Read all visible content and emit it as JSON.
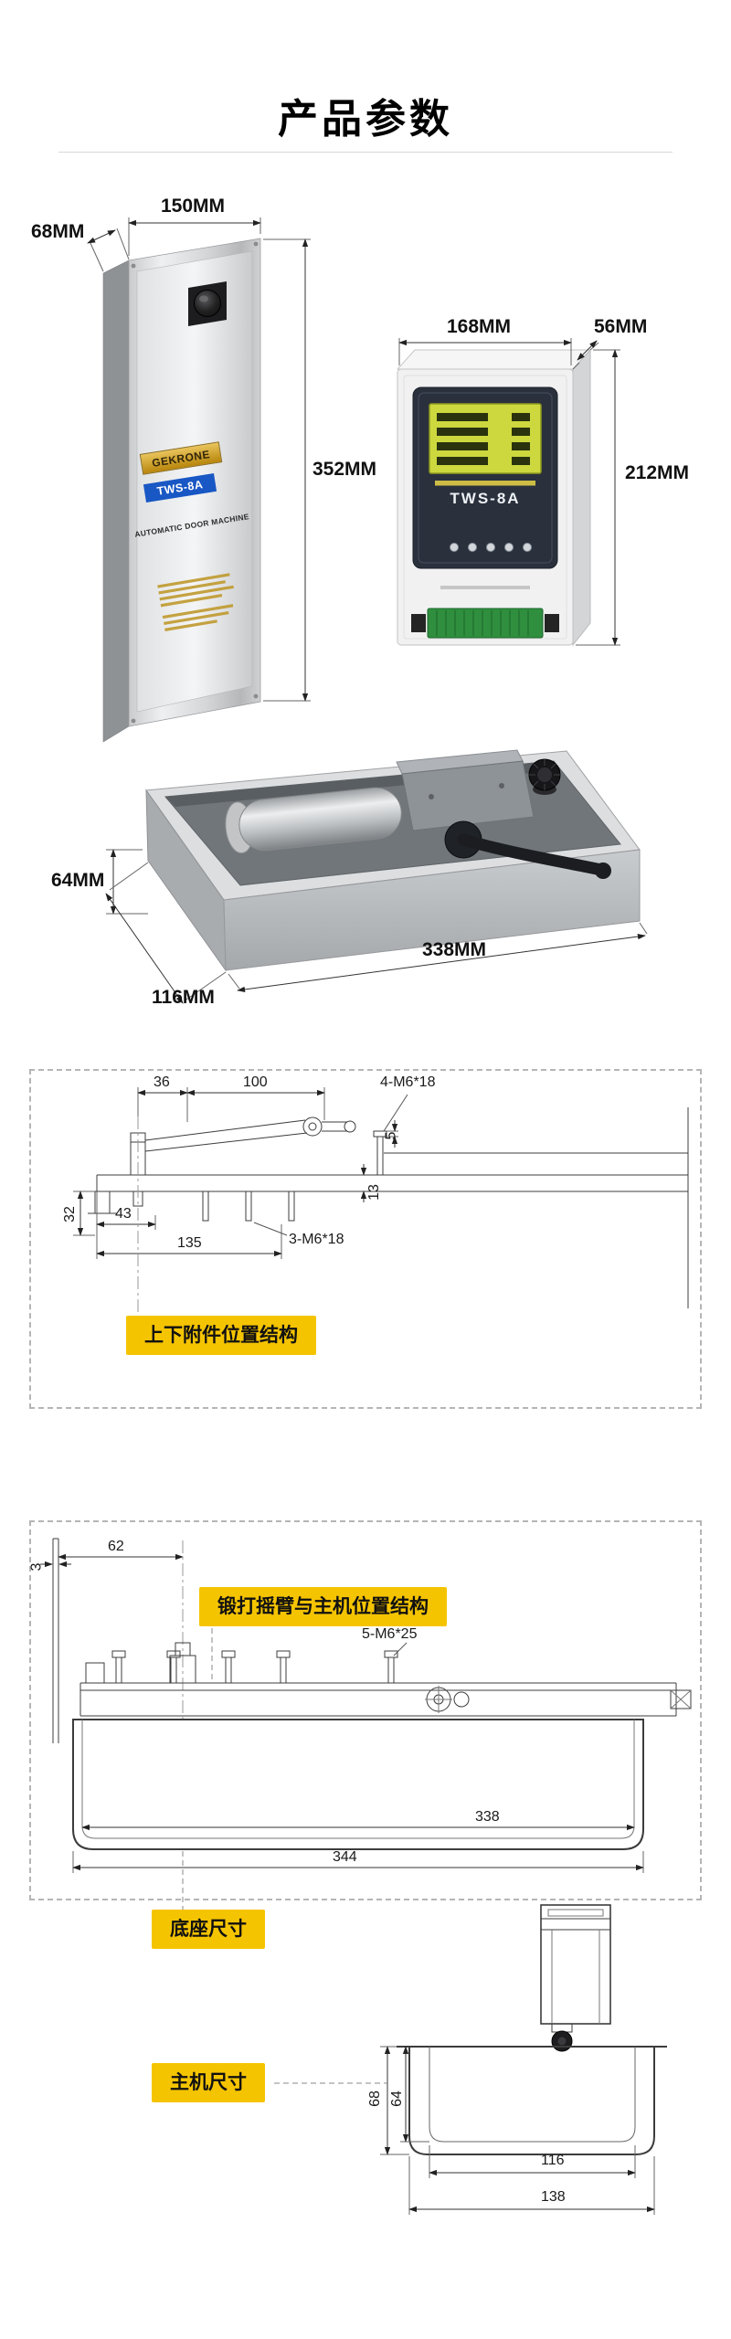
{
  "page": {
    "title": "产品参数"
  },
  "colors": {
    "badge_bg": "#F5C400",
    "brand_plate_gold": "#C9A227",
    "model_plate_blue": "#1857C4",
    "lcd_green": "#CCD83E",
    "terminal_green": "#2F8F3E"
  },
  "product_panel": {
    "dim_depth": "68MM",
    "dim_width": "150MM",
    "dim_height": "352MM",
    "brand": "GEKRONE",
    "model": "TWS-8A",
    "caption": "AUTOMATIC DOOR MACHINE"
  },
  "controller": {
    "dim_width": "168MM",
    "dim_depth": "56MM",
    "dim_height": "212MM",
    "model": "TWS-8A"
  },
  "floor_machine": {
    "dim_height": "64MM",
    "dim_depth": "116MM",
    "dim_width": "338MM"
  },
  "drawing_accessories": {
    "badge": "上下附件位置结构",
    "d36": "36",
    "d100": "100",
    "d4m6": "4-M6*18",
    "d5": "5",
    "d13": "13",
    "d32": "32",
    "d43": "43",
    "d135": "135",
    "d3m6": "3-M6*18"
  },
  "drawing_base": {
    "badge": "锻打摇臂与主机位置结构",
    "d3": "3",
    "d62": "62",
    "d5m6": "5-M6*25",
    "d338": "338",
    "d344": "344",
    "base_badge": "底座尺寸"
  },
  "drawing_host": {
    "badge": "主机尺寸",
    "d68": "68",
    "d64": "64",
    "d116": "116",
    "d138": "138"
  }
}
